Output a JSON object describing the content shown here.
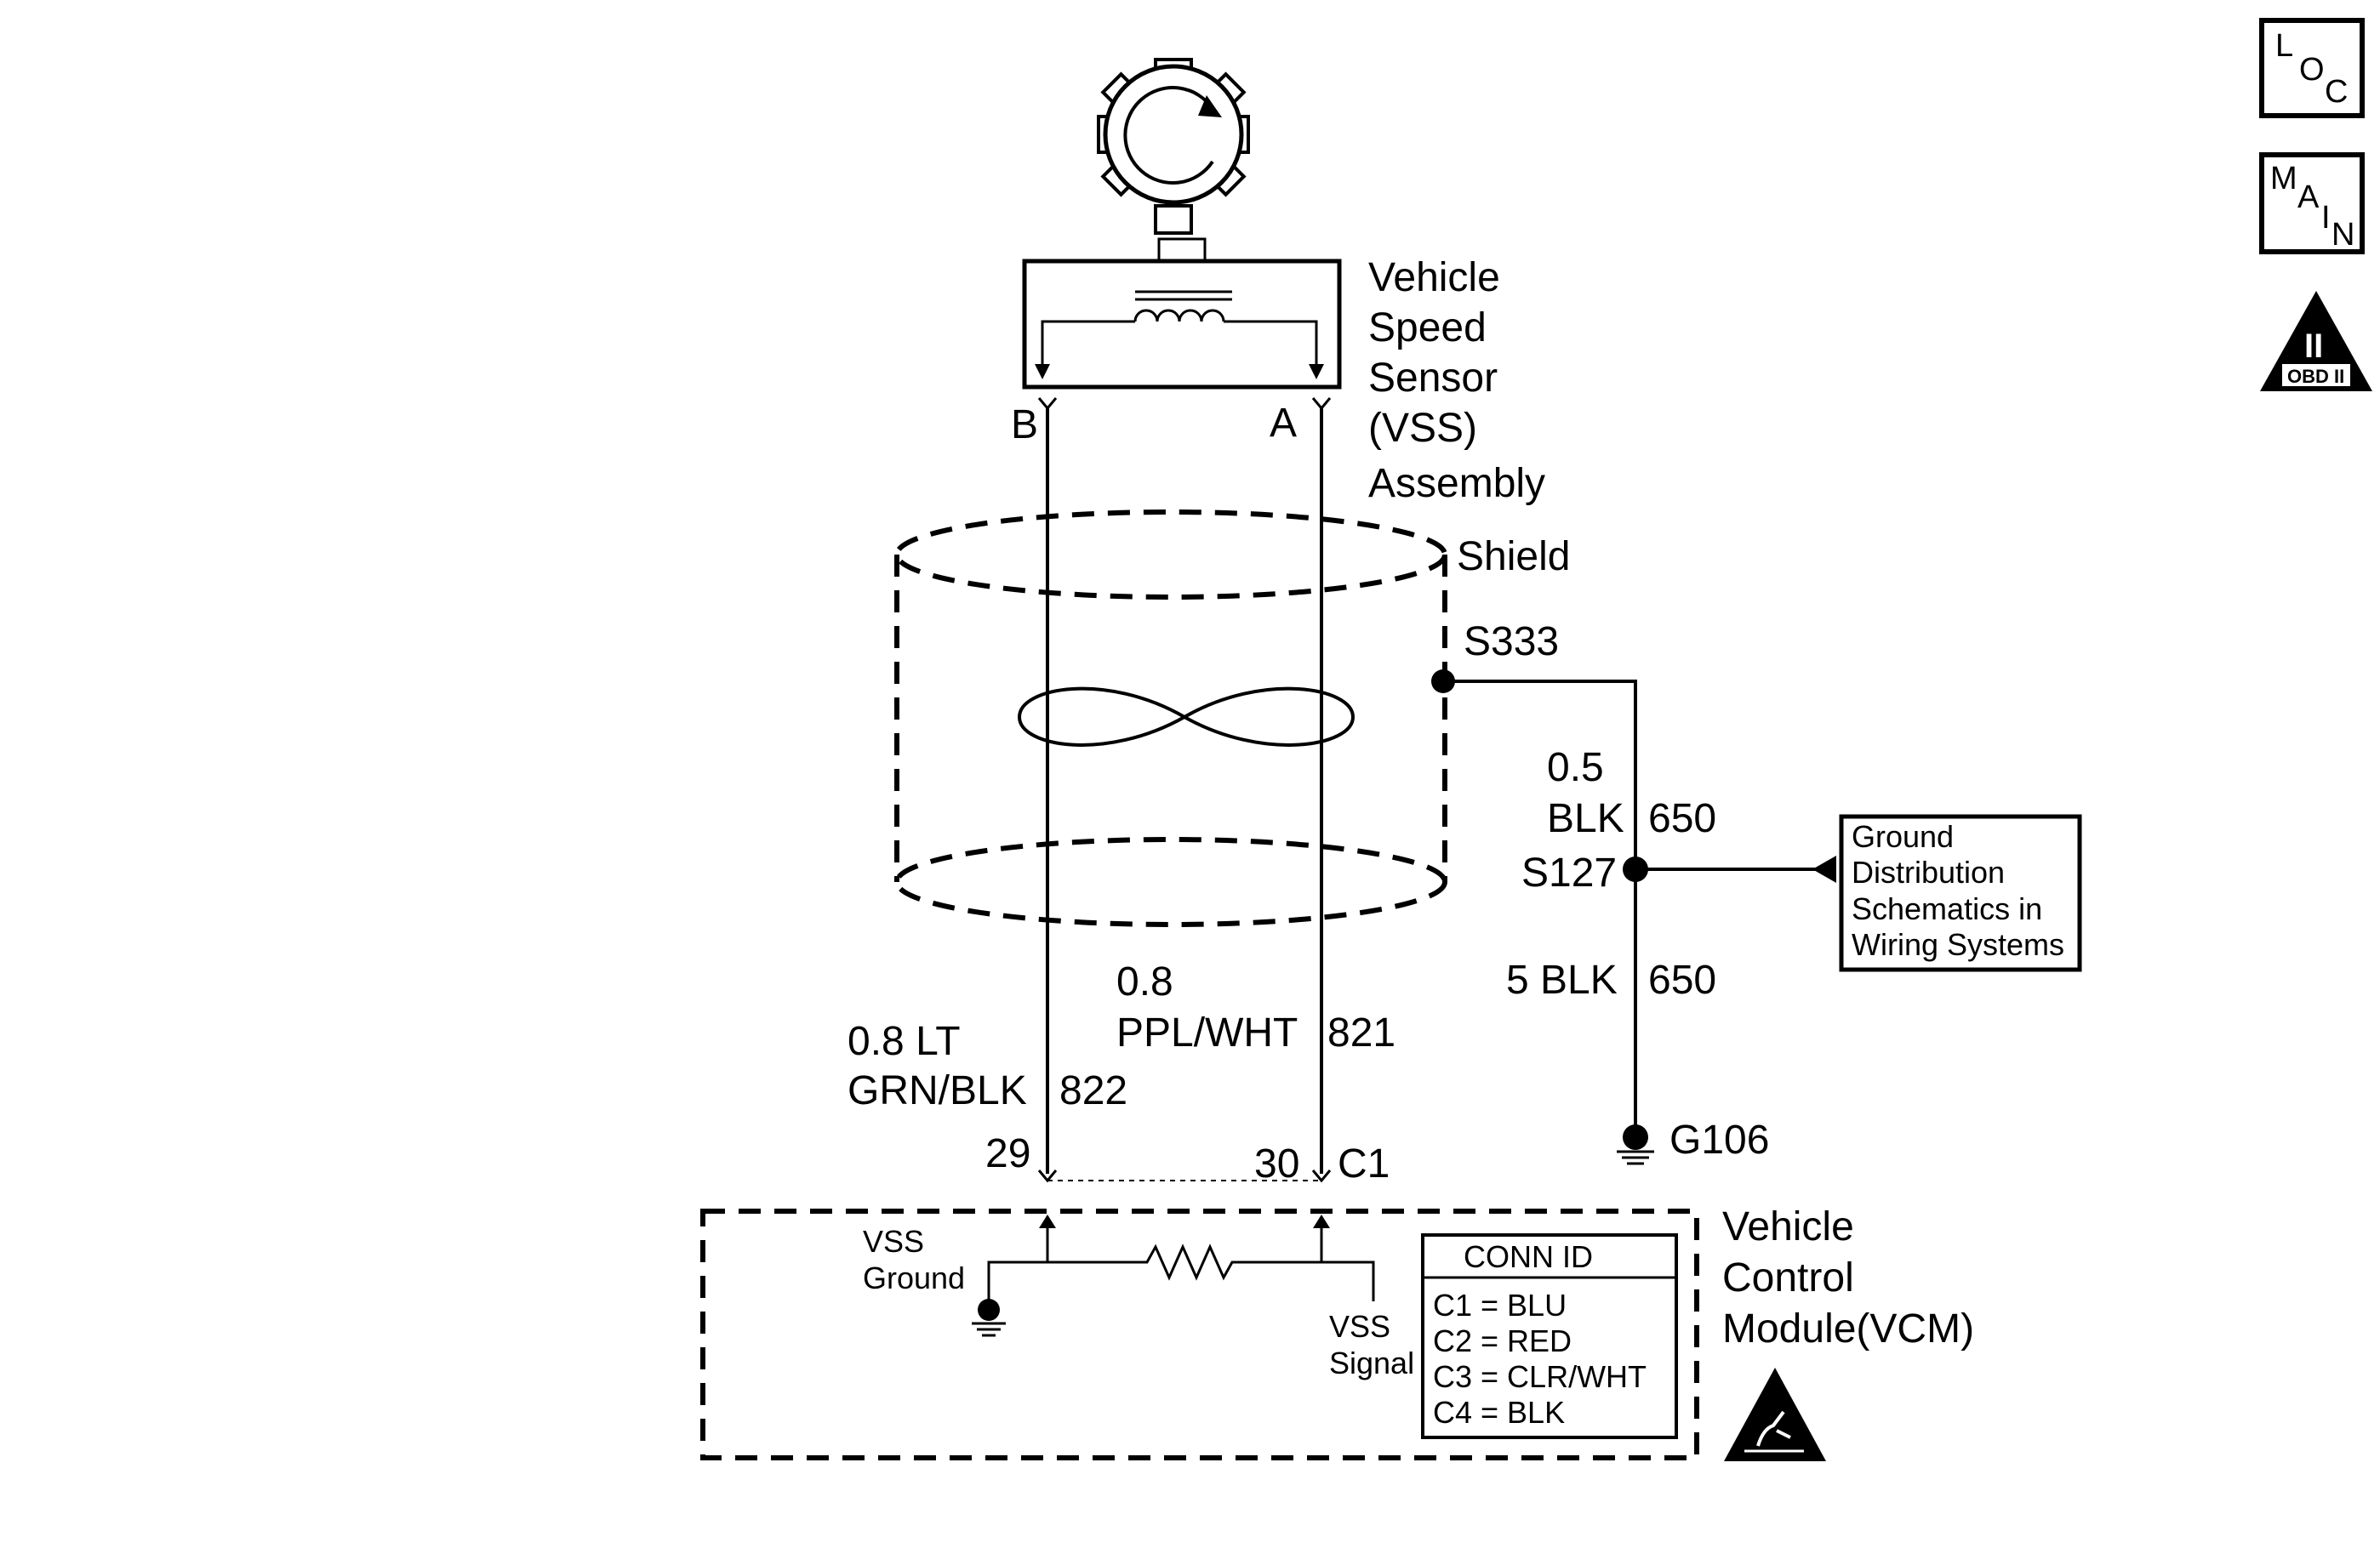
{
  "sensor": {
    "label_lines": [
      "Vehicle",
      "Speed",
      "Sensor",
      "(VSS)",
      "Assembly"
    ],
    "pin_b": "B",
    "pin_a": "A"
  },
  "shield": {
    "label": "Shield"
  },
  "splices": {
    "s333": "S333",
    "s127": "S127"
  },
  "wires": {
    "ground_upper": {
      "gauge": "0.5",
      "color": "BLK",
      "circuit": "650"
    },
    "ground_lower": {
      "gauge_color": "5 BLK",
      "circuit": "650"
    },
    "vss_low": {
      "gauge_color": "0.8 LT",
      "color": "GRN/BLK",
      "circuit": "822"
    },
    "vss_high": {
      "gauge": "0.8",
      "color": "PPL/WHT",
      "circuit": "821"
    }
  },
  "ground": {
    "label": "G106"
  },
  "reference_box": {
    "lines": [
      "Ground",
      "Distribution",
      "Schematics in",
      "Wiring Systems"
    ]
  },
  "connector": {
    "pin_left": "29",
    "pin_right": "30",
    "id": "C1"
  },
  "vcm": {
    "label_lines": [
      "Vehicle",
      "Control",
      "Module(VCM)"
    ],
    "vss_ground_lines": [
      "VSS",
      "Ground"
    ],
    "vss_signal_lines": [
      "VSS",
      "Signal"
    ]
  },
  "conn_table": {
    "title": "CONN ID",
    "rows": [
      "C1 = BLU",
      "C2 = RED",
      "C3 = CLR/WHT",
      "C4 = BLK"
    ]
  },
  "icons": {
    "loc": {
      "letters": [
        "L",
        "O",
        "C"
      ]
    },
    "main": {
      "letters": [
        "M",
        "A",
        "I",
        "N"
      ]
    },
    "obd": {
      "symbol": "II",
      "label": "OBD II"
    },
    "esd": "esd-warning-icon"
  }
}
